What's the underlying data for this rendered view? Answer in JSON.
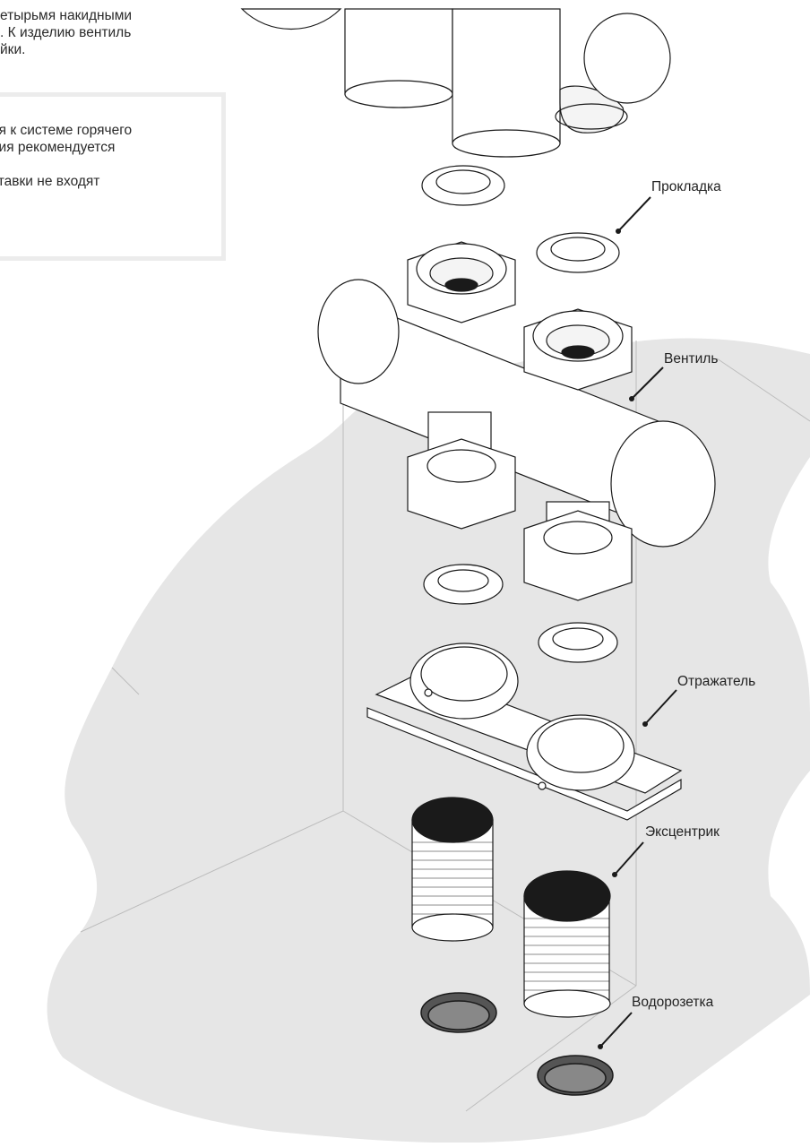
{
  "intro_lines": [
    "етырьмя накидными",
    ". К изделию вентиль",
    "йки."
  ],
  "note_lines": [
    "ия к системе горячего",
    "ния рекомендуется",
    "ставки не входят"
  ],
  "callouts": {
    "gasket": "Прокладка",
    "valve": "Вентиль",
    "reflector": "Отражатель",
    "eccentric": "Эксцентрик",
    "water_socket": "Водорозетка"
  },
  "colors": {
    "wall": "#e6e6e6",
    "outline": "#1a1a1a",
    "dark": "#1a1a1a"
  }
}
